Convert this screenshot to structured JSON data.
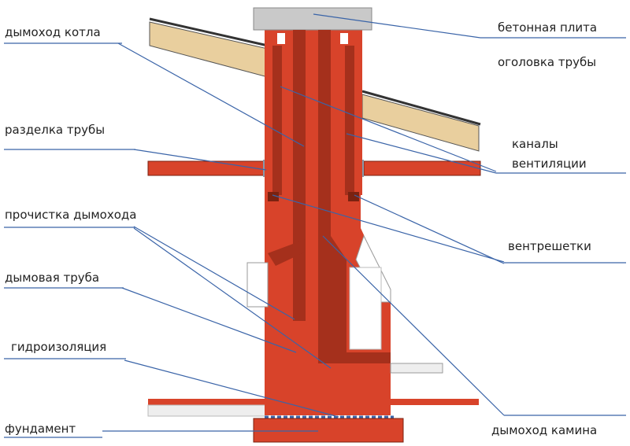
{
  "labels": {
    "boiler_flue": "дымоход котла",
    "concrete_slab_1": "бетонная плита",
    "concrete_slab_2": "оголовка трубы",
    "pipe_cutting": "разделка трубы",
    "vent_channels_1": "каналы",
    "vent_channels_2": "вентиляции",
    "flue_cleanout": "прочистка дымохода",
    "vent_grilles": "вентрешетки",
    "chimney_pipe": "дымовая труба",
    "waterproofing": "гидроизоляция",
    "foundation": "фундамент",
    "fireplace_flue": "дымоход камина"
  },
  "colors": {
    "brick": "#d8432a",
    "brick_dark": "#a5301c",
    "slab": "#c9c9c9",
    "roof": "#e9cf9e",
    "leader": "#3a64a8",
    "text": "#222222"
  }
}
